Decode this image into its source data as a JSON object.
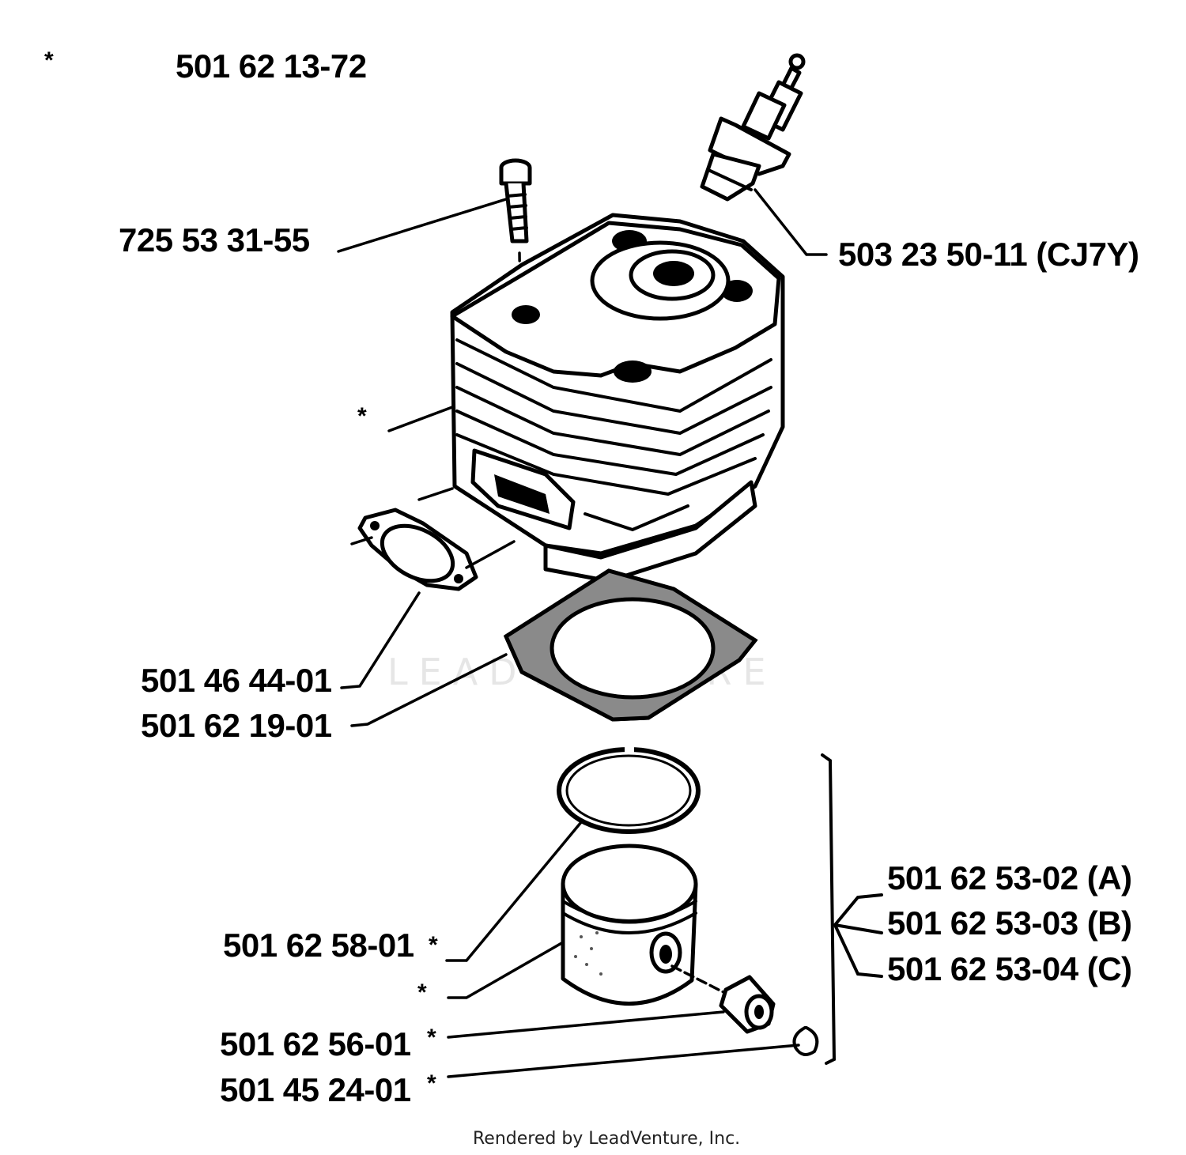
{
  "diagram": {
    "watermark": "LEADVENTURE",
    "footer": "Rendered by LeadVenture, Inc.",
    "labels": {
      "assembly": "501 62 13-72",
      "bolt": "725 53 31-55",
      "spark_plug": "503 23 50-11 (CJ7Y)",
      "gasket_exhaust": "501 46 44-01",
      "gasket_base": "501 62 19-01",
      "piston_ring": "501 62 58-01",
      "piston_pin": "501 62 56-01",
      "retainer": "501 45 24-01",
      "piston_a": "501 62 53-02 (A)",
      "piston_b": "501 62 53-03 (B)",
      "piston_c": "501 62 53-04 (C)"
    },
    "marks": {
      "star": "*"
    }
  }
}
